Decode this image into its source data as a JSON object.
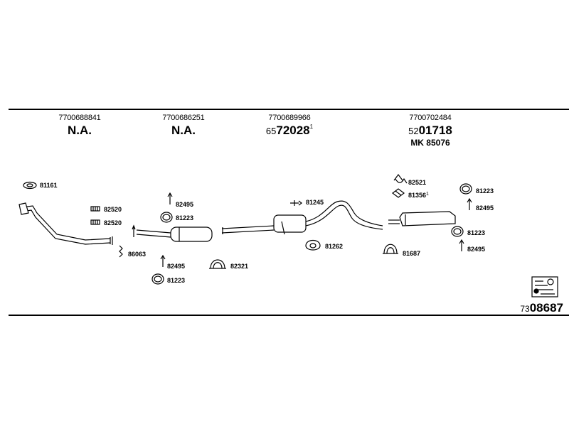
{
  "columns": [
    {
      "part_no": "7700688841",
      "main": "N.A."
    },
    {
      "part_no": "7700686251",
      "main": "N.A."
    },
    {
      "part_no": "7700689966",
      "main_prefix": "65",
      "main": "72028",
      "main_suffix": "1"
    },
    {
      "part_no": "7700702484",
      "main_prefix": "52",
      "main": "01718",
      "extra": "MK  85076"
    }
  ],
  "labels": {
    "l81161": "81161",
    "l82520a": "82520",
    "l82520b": "82520",
    "l86063": "86063",
    "l82495a": "82495",
    "l81223a": "81223",
    "l82495b": "82495",
    "l81223b": "81223",
    "l82321": "82321",
    "l81245": "81245",
    "l81262": "81262",
    "l82521": "82521",
    "l81356": "81356",
    "l81356sup": "1",
    "l81687": "81687",
    "l81223c": "81223",
    "l82495c": "82495",
    "l81223d": "81223",
    "l82495d": "82495"
  },
  "reference": {
    "prefix": "73",
    "main": "08687"
  }
}
